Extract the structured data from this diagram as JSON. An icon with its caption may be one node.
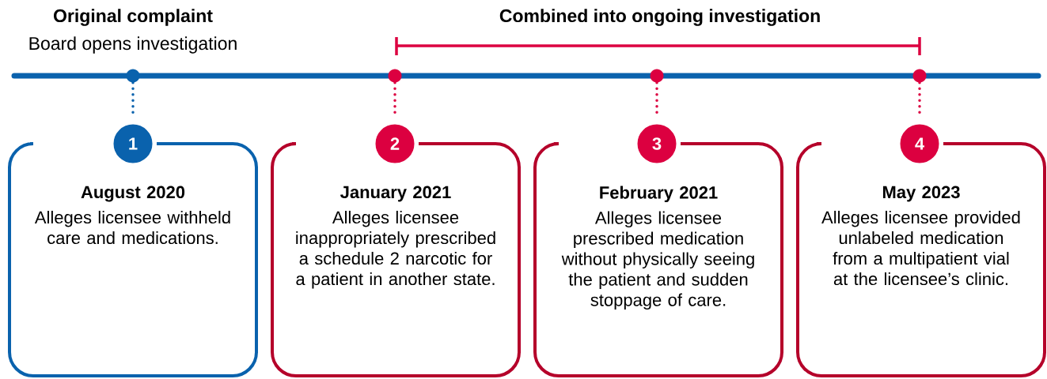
{
  "diagram": {
    "nodes": [
      {
        "text": [],
        "shape": "circle"
      },
      {
        "text": [],
        "shape": "circle"
      },
      {
        "text": [],
        "shape": "circle"
      },
      {
        "text": [],
        "shape": "circle"
      },
      {
        "text": [
          "1"
        ]
      },
      {
        "text": [
          "2"
        ]
      },
      {
        "text": [
          "3"
        ]
      },
      {
        "text": [
          "4"
        ]
      },
      {
        "text": [
          "August 2020",
          "Alleges licensee withheld care and medications."
        ]
      },
      {
        "text": [
          "January 2021",
          "Alleges licensee inappropriately prescribed a schedule 2 narcotic for a patient in another state."
        ]
      },
      {
        "text": [
          "February 2021",
          "Alleges licensee prescribed medication without physically seeing the patient and sudden stoppage of care."
        ]
      },
      {
        "text": [
          "May 2023",
          "Alleges licensee provided unlabeled medication from a multipatient vial at the licensee’s clinic."
        ]
      }
    ],
    "edges": [
      {
        "from": 0,
        "to": 4,
        "arrow": "none",
        "color": "#0a62ad"
      },
      {
        "from": 1,
        "to": 5,
        "arrow": "none"
      },
      {
        "from": 2,
        "to": 6,
        "arrow": "none"
      },
      {
        "from": 3,
        "to": 7,
        "arrow": "none"
      }
    ],
    "labels": [
      "Original complaint",
      "Board opens investigation",
      "Combined into ongoing investigation"
    ]
  }
}
